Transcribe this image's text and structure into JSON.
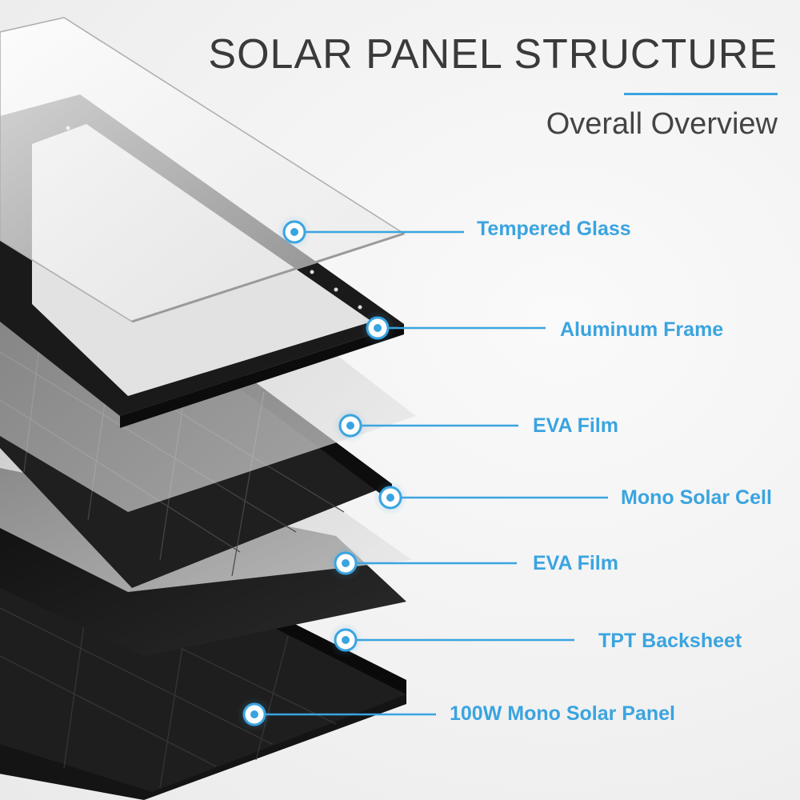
{
  "header": {
    "title": "SOLAR PANEL STRUCTURE",
    "subtitle": "Overall Overview"
  },
  "colors": {
    "accent": "#3aa4e0",
    "title_text": "#3a3a3a",
    "frame": "#1a1a1a",
    "cell": "#232323"
  },
  "layers": [
    {
      "key": "tempered-glass",
      "label": "Tempered Glass"
    },
    {
      "key": "aluminum-frame",
      "label": "Aluminum Frame"
    },
    {
      "key": "eva-film-top",
      "label": "EVA Film"
    },
    {
      "key": "mono-solar-cell",
      "label": "Mono Solar Cell"
    },
    {
      "key": "eva-film-bottom",
      "label": "EVA Film"
    },
    {
      "key": "tpt-backsheet",
      "label": "TPT Backsheet"
    },
    {
      "key": "solar-panel",
      "label": "100W Mono Solar Panel"
    }
  ]
}
